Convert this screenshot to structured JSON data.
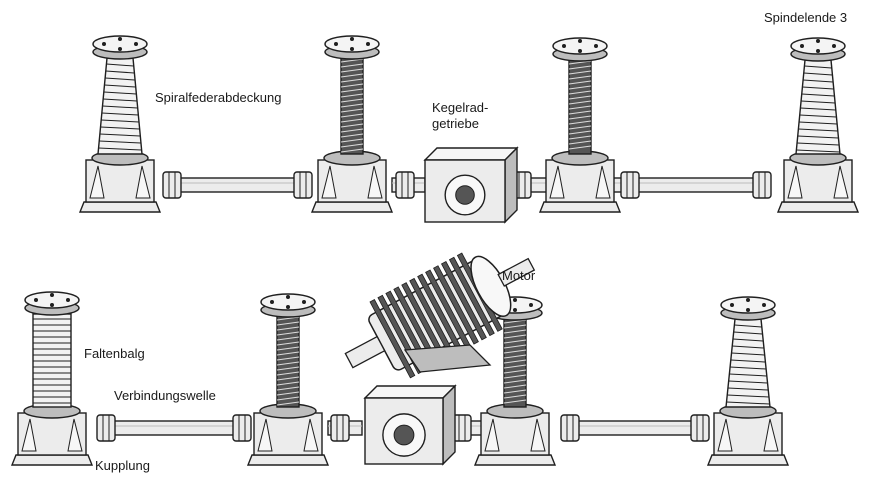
{
  "labels": {
    "spindelende": "Spindelende 3",
    "spiralfeder": "Spiralfederabdeckung",
    "kegelrad_1": "Kegelrad-",
    "kegelrad_2": "getriebe",
    "motor": "Motor",
    "faltenbalg": "Faltenbalg",
    "verbindungswelle": "Verbindungswelle",
    "kupplung": "Kupplung"
  },
  "colors": {
    "ink": "#1f1f1f",
    "body": "#ececec",
    "shade": "#bdbdbd",
    "dark": "#555555"
  },
  "jacks_top": [
    "spiral-cover",
    "screw",
    "screw",
    "spiral-cover"
  ],
  "jacks_bottom": [
    "bellows",
    "screw",
    "screw",
    "spiral-cover"
  ]
}
